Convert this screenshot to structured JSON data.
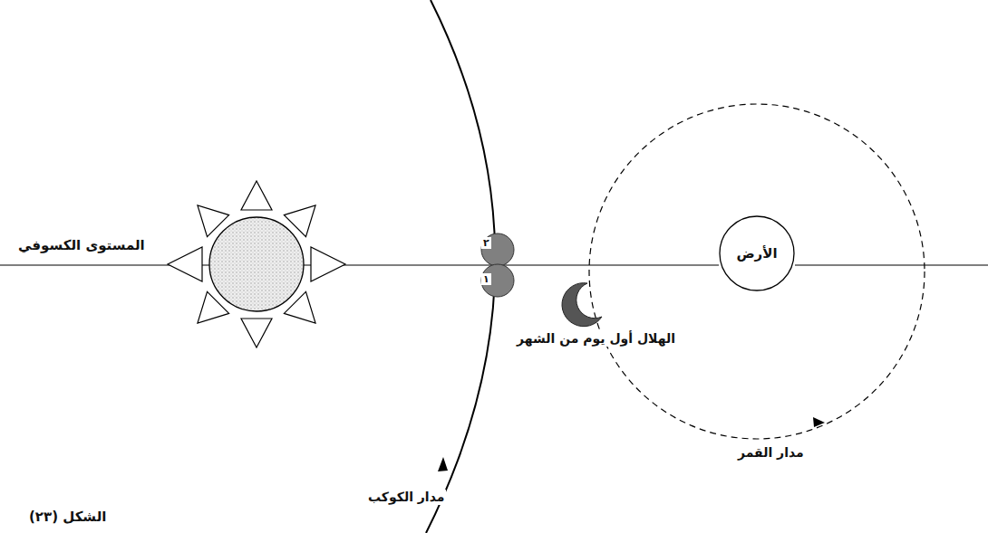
{
  "diagram": {
    "caption": "الشكل (٢٣)",
    "nodes": [
      {
        "text": [
          "الأرض"
        ]
      }
    ],
    "labels": [
      "المستوى الكسوفي",
      "٢",
      "١",
      "الهلال أول يوم من الشهر",
      "مدار الكوكب",
      "مدار القمر"
    ]
  }
}
